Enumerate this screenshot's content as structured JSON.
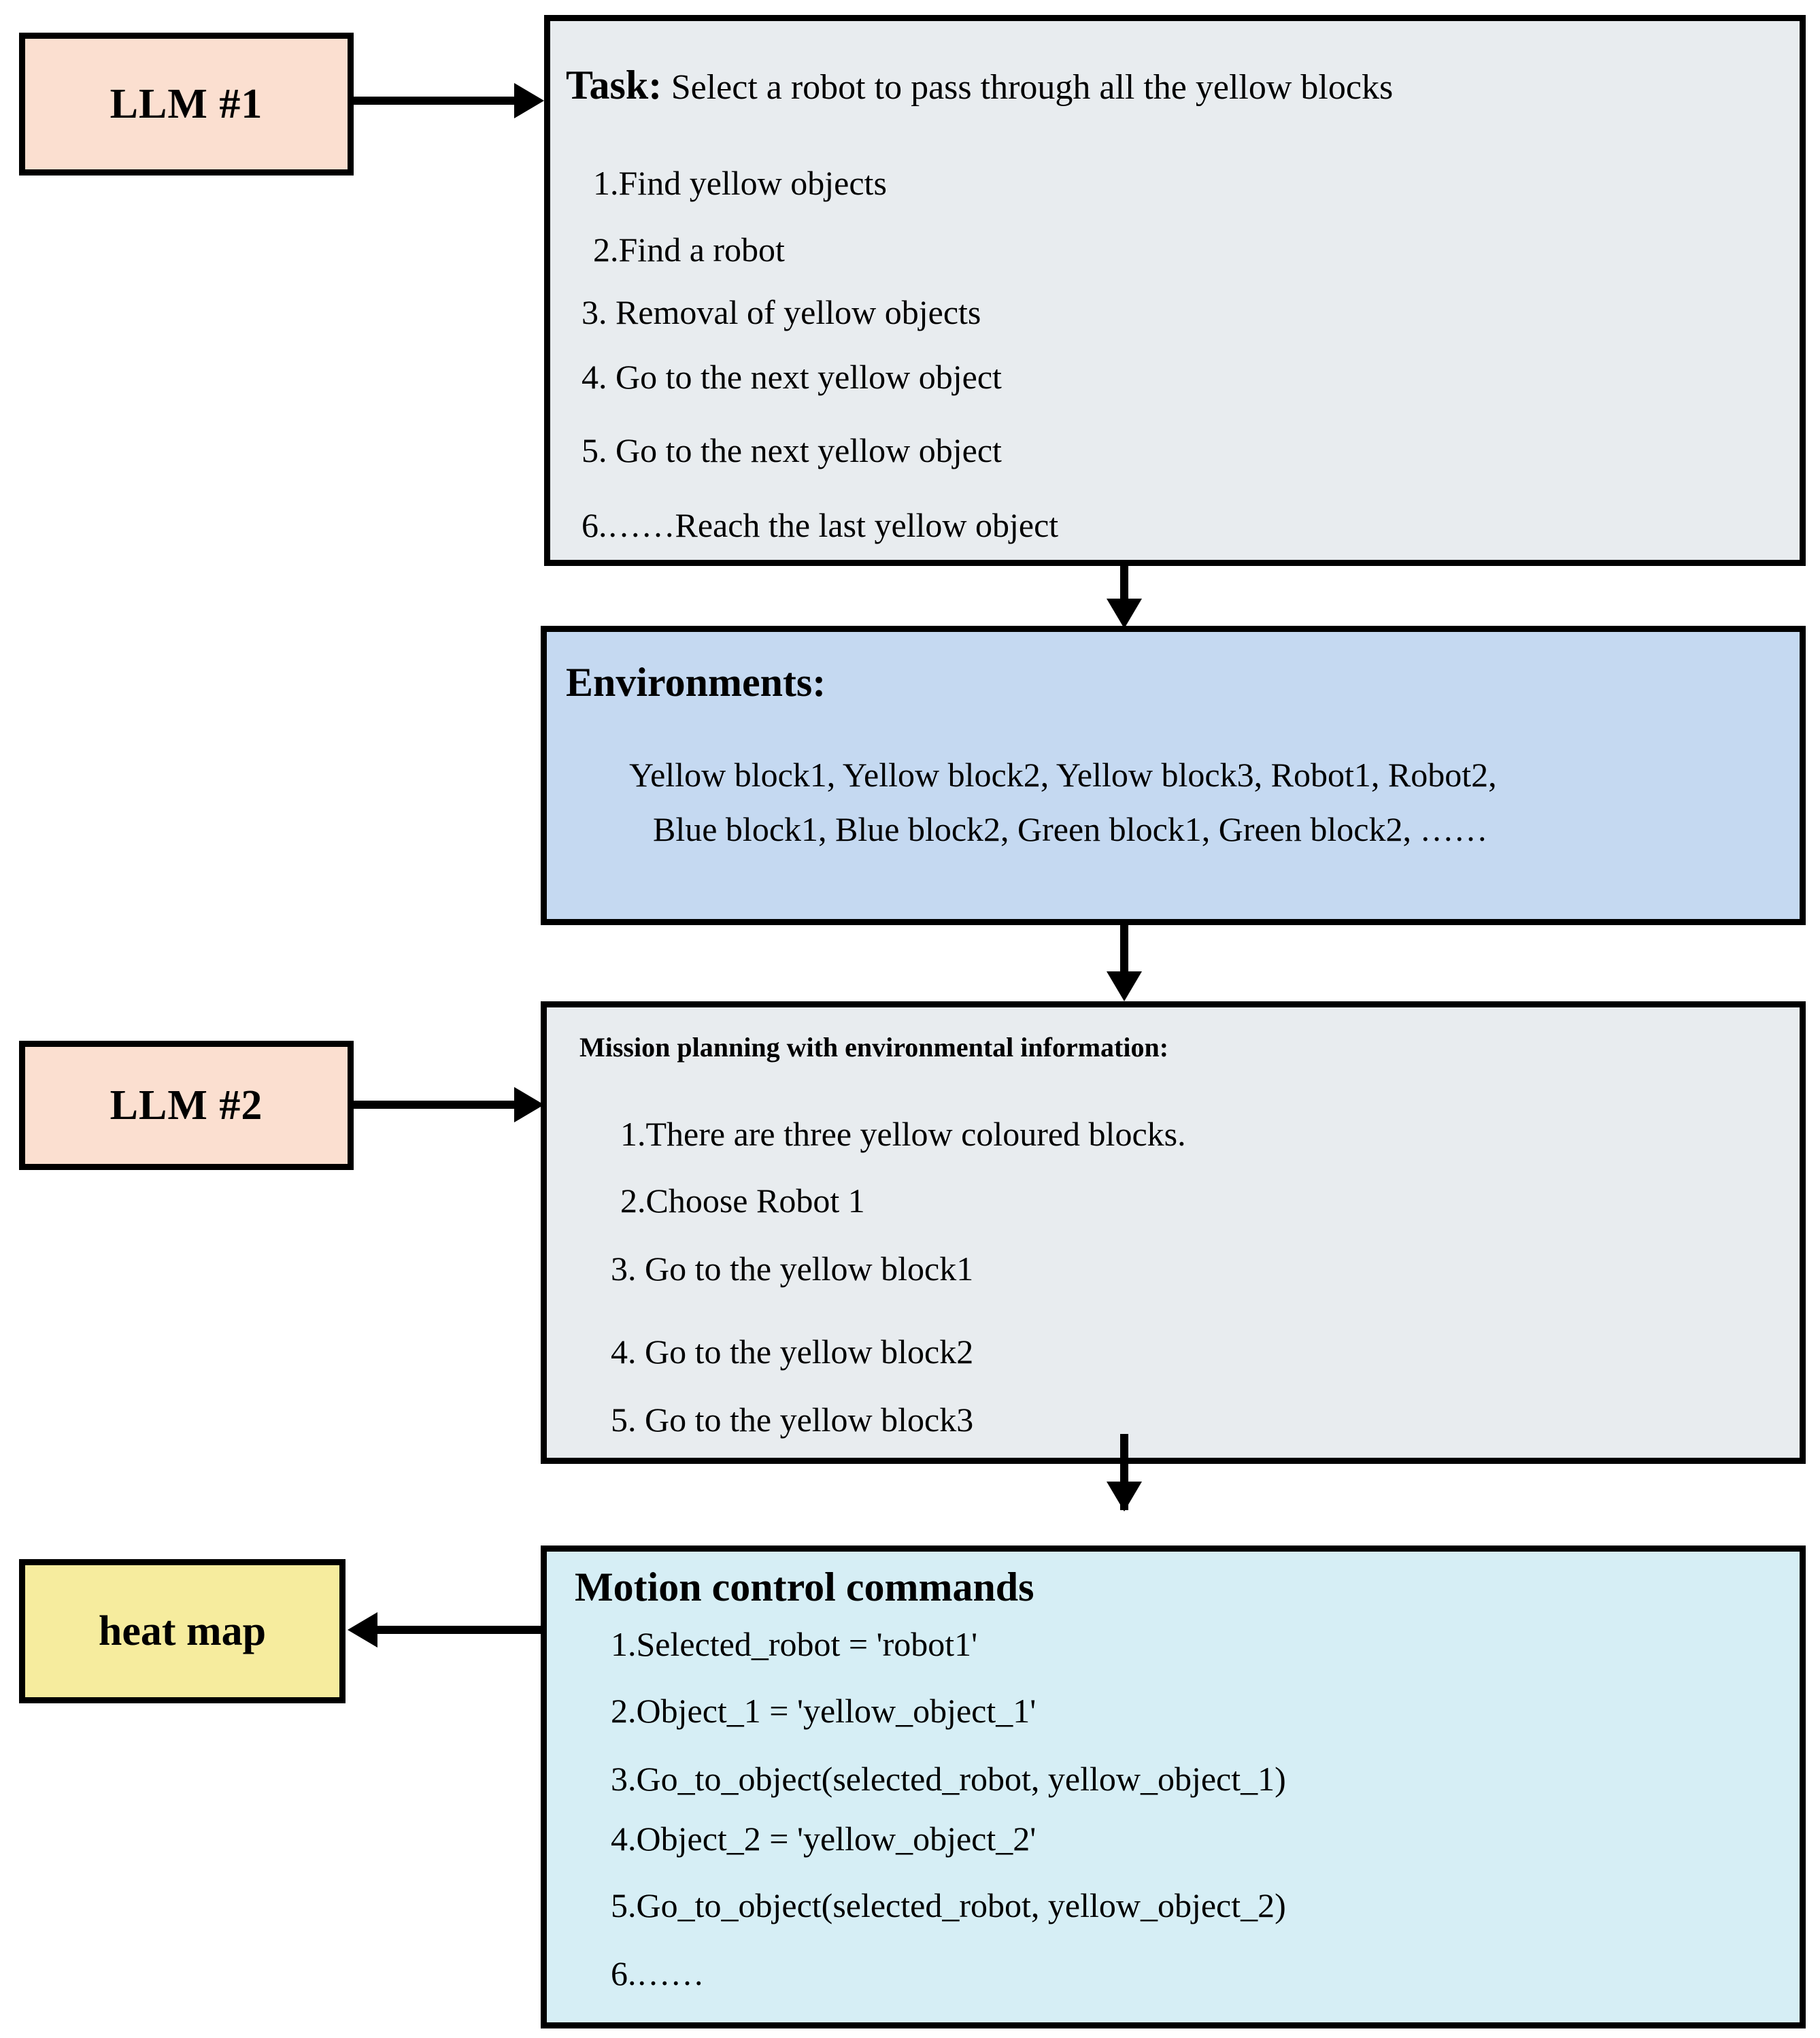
{
  "nodes": {
    "llm1": {
      "label": "LLM #1"
    },
    "llm2": {
      "label": "LLM #2"
    },
    "heatmap": {
      "label": "heat map"
    }
  },
  "task": {
    "title_strong": "Task:",
    "title_rest": "Select a robot to pass through all the yellow blocks",
    "items": [
      "1.Find yellow objects",
      "2.Find a robot",
      "3. Removal of yellow objects",
      "4. Go to the next yellow object",
      "5. Go to the next yellow object",
      "6.……Reach the last yellow object"
    ]
  },
  "environments": {
    "heading": "Environments:",
    "lines": [
      "Yellow block1, Yellow block2, Yellow block3, Robot1, Robot2,",
      "Blue block1, Blue block2, Green block1, Green block2, ……"
    ]
  },
  "mission": {
    "heading": "Mission planning with environmental information:",
    "items": [
      "1.There are three yellow coloured blocks.",
      "2.Choose Robot 1",
      "3. Go to the yellow block1",
      "4. Go to the yellow block2",
      "5. Go to the yellow block3"
    ]
  },
  "motion": {
    "heading": "Motion control commands",
    "items": [
      "1.Selected_robot = 'robot1'",
      "2.Object_1 = 'yellow_object_1'",
      "3.Go_to_object(selected_robot, yellow_object_1)",
      "4.Object_2 = 'yellow_object_2'",
      "5.Go_to_object(selected_robot, yellow_object_2)",
      "6.……"
    ]
  },
  "colors": {
    "llm_fill": "#FBDFD0",
    "heatmap_fill": "#F6EC9E",
    "gray_fill": "#E8ECEF",
    "blue_fill": "#C5D9F1",
    "cyan_fill": "#D6EEF5",
    "stroke": "#000000"
  }
}
